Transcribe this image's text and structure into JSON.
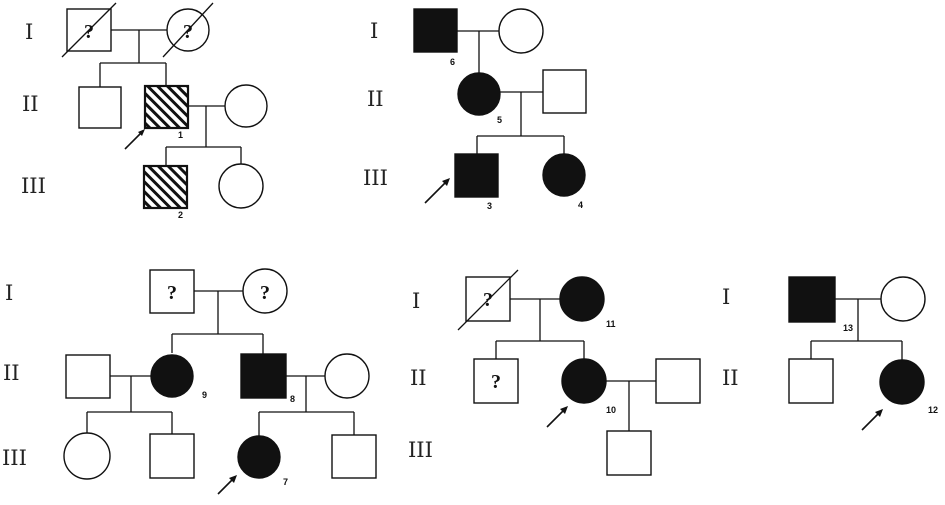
{
  "pedigrees": [
    {
      "generations": [
        "I",
        "II",
        "III"
      ],
      "individuals": [
        {
          "gen": "I",
          "sex": "male",
          "status": "unknown",
          "deceased": true,
          "mark": "?"
        },
        {
          "gen": "I",
          "sex": "female",
          "status": "unknown",
          "deceased": true,
          "mark": "?"
        },
        {
          "gen": "II",
          "sex": "male",
          "status": "unaffected"
        },
        {
          "gen": "II",
          "sex": "male",
          "status": "hatched",
          "id": "1",
          "proband": true
        },
        {
          "gen": "II",
          "sex": "female",
          "status": "unaffected"
        },
        {
          "gen": "III",
          "sex": "male",
          "status": "hatched",
          "id": "2"
        },
        {
          "gen": "III",
          "sex": "female",
          "status": "unaffected"
        }
      ]
    },
    {
      "generations": [
        "I",
        "II",
        "III"
      ],
      "individuals": [
        {
          "gen": "I",
          "sex": "male",
          "status": "affected",
          "id": "6"
        },
        {
          "gen": "I",
          "sex": "female",
          "status": "unaffected"
        },
        {
          "gen": "II",
          "sex": "female",
          "status": "affected",
          "id": "5"
        },
        {
          "gen": "II",
          "sex": "male",
          "status": "unaffected"
        },
        {
          "gen": "III",
          "sex": "male",
          "status": "affected",
          "id": "3",
          "proband": true
        },
        {
          "gen": "III",
          "sex": "female",
          "status": "affected",
          "id": "4"
        }
      ]
    },
    {
      "generations": [
        "I",
        "II",
        "III"
      ],
      "individuals": [
        {
          "gen": "I",
          "sex": "male",
          "status": "unknown",
          "mark": "?"
        },
        {
          "gen": "I",
          "sex": "female",
          "status": "unknown",
          "mark": "?"
        },
        {
          "gen": "II",
          "sex": "male",
          "status": "unaffected"
        },
        {
          "gen": "II",
          "sex": "female",
          "status": "affected",
          "id": "9"
        },
        {
          "gen": "II",
          "sex": "male",
          "status": "affected",
          "id": "8"
        },
        {
          "gen": "II",
          "sex": "female",
          "status": "unaffected"
        },
        {
          "gen": "III",
          "sex": "female",
          "status": "unaffected"
        },
        {
          "gen": "III",
          "sex": "male",
          "status": "unaffected"
        },
        {
          "gen": "III",
          "sex": "female",
          "status": "affected",
          "id": "7",
          "proband": true
        },
        {
          "gen": "III",
          "sex": "male",
          "status": "unaffected"
        }
      ]
    },
    {
      "generations": [
        "I",
        "II",
        "III"
      ],
      "individuals": [
        {
          "gen": "I",
          "sex": "male",
          "status": "unknown",
          "deceased": true,
          "mark": "?"
        },
        {
          "gen": "I",
          "sex": "female",
          "status": "affected",
          "id": "11"
        },
        {
          "gen": "II",
          "sex": "male",
          "status": "unknown",
          "mark": "?"
        },
        {
          "gen": "II",
          "sex": "female",
          "status": "affected",
          "id": "10",
          "proband": true
        },
        {
          "gen": "II",
          "sex": "male",
          "status": "unaffected"
        },
        {
          "gen": "III",
          "sex": "male",
          "status": "unaffected"
        }
      ]
    },
    {
      "generations": [
        "I",
        "II"
      ],
      "individuals": [
        {
          "gen": "I",
          "sex": "male",
          "status": "affected",
          "id": "13"
        },
        {
          "gen": "I",
          "sex": "female",
          "status": "unaffected"
        },
        {
          "gen": "II",
          "sex": "male",
          "status": "unaffected"
        },
        {
          "gen": "II",
          "sex": "female",
          "status": "affected",
          "id": "12",
          "proband": true
        }
      ]
    }
  ],
  "colors": {
    "affected": "#111111",
    "unaffected": "#ffffff",
    "line": "#111111"
  }
}
